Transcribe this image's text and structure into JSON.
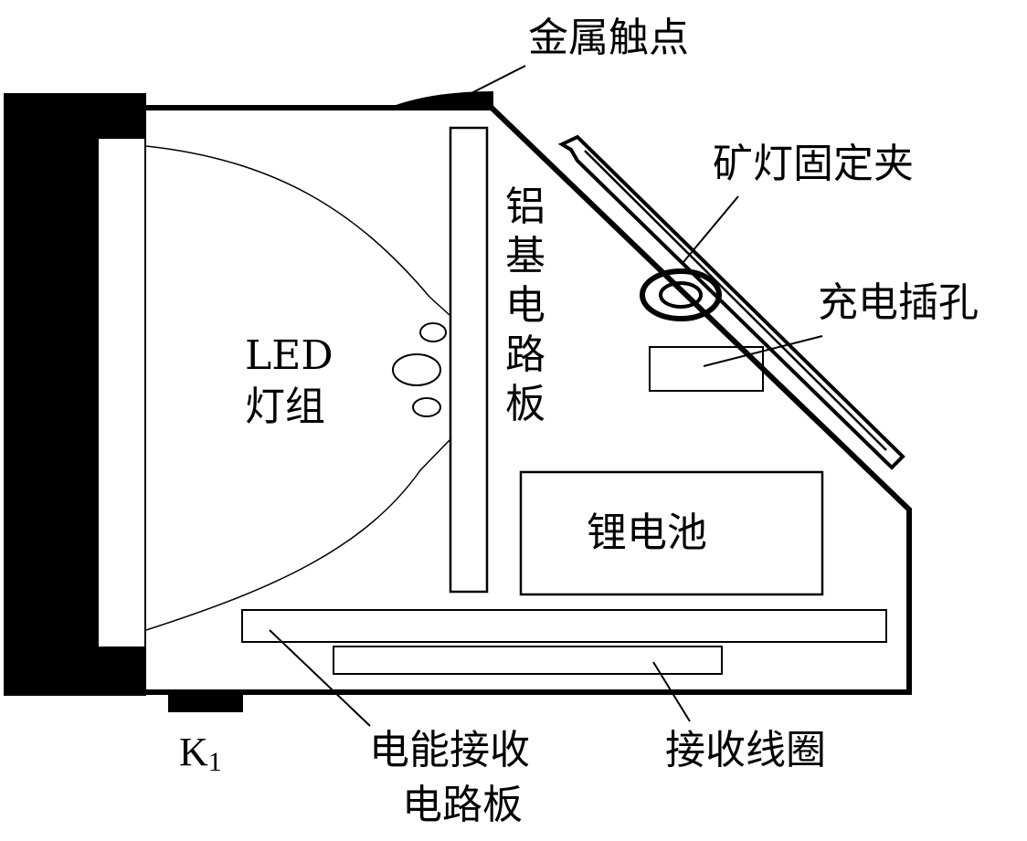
{
  "labels": {
    "metal_contact": "金属触点",
    "lamp_clip": "矿灯固定夹",
    "charging_port": "充电插孔",
    "aluminum_pcb": "铝基电路板",
    "led_line1": "LED",
    "led_line2": "灯组",
    "battery": "锂电池",
    "switch_main": "K",
    "switch_sub": "1",
    "receiver_board_line1": "电能接收",
    "receiver_board_line2": "电路板",
    "receiver_coil": "接收线圈"
  },
  "colors": {
    "ink": "#000000",
    "paper": "#ffffff"
  }
}
